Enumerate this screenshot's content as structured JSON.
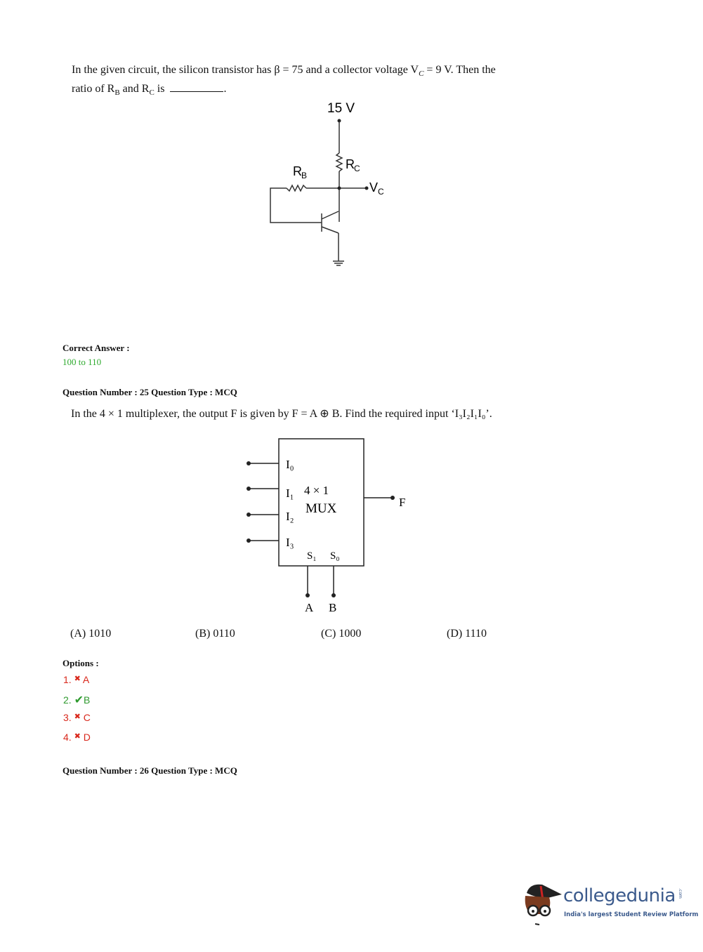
{
  "q24": {
    "line1": "In the given circuit, the silicon transistor has β = 75 and a collector voltage V",
    "line1_sub": "C",
    "line1_end": " = 9 V. Then the",
    "line2": "ratio of R",
    "line2_sub1": "B",
    "line2_mid": " and R",
    "line2_sub2": "C",
    "line2_end": " is",
    "line2_tail": "."
  },
  "circuit": {
    "supply": "15 V",
    "rb": "R",
    "rb_sub": "B",
    "rc": "R",
    "rc_sub": "C",
    "vc": "V",
    "vc_sub": "C"
  },
  "answer": {
    "label": "Correct Answer :",
    "value": "100 to 110"
  },
  "q25": {
    "header": "Question Number : 25  Question Type : MCQ",
    "text": "In the 4  × 1 multiplexer, the output F is given by F = A ⊕ B. Find the required input ‘I₃I₂I₁I₀’."
  },
  "mux": {
    "i0": "I₀",
    "i1": "I₁",
    "i2": "I₂",
    "i3": "I₃",
    "title1": "4 × 1",
    "title2": "MUX",
    "s1": "S₁",
    "s0": "S₀",
    "out": "F",
    "a": "A",
    "b": "B"
  },
  "choices": [
    "(A) 1010",
    "(B) 0110",
    "(C)  1000",
    "(D)  1110"
  ],
  "options": {
    "label": "Options :",
    "items": [
      {
        "num": "1.",
        "mark": "✖",
        "letter": "A",
        "correct": false
      },
      {
        "num": "2.",
        "mark": "✔",
        "letter": "B",
        "correct": true
      },
      {
        "num": "3.",
        "mark": "✖",
        "letter": "C",
        "correct": false
      },
      {
        "num": "4.",
        "mark": "✖",
        "letter": "D",
        "correct": false
      }
    ]
  },
  "q26": {
    "header": "Question Number : 26  Question Type : MCQ"
  },
  "logo": {
    "name": "collegedunia",
    "tld": ".com",
    "tagline": "India's largest Student Review Platform"
  },
  "colors": {
    "green": "#2eaa2e",
    "red": "#d9281c",
    "brand": "#3b5a8c"
  }
}
